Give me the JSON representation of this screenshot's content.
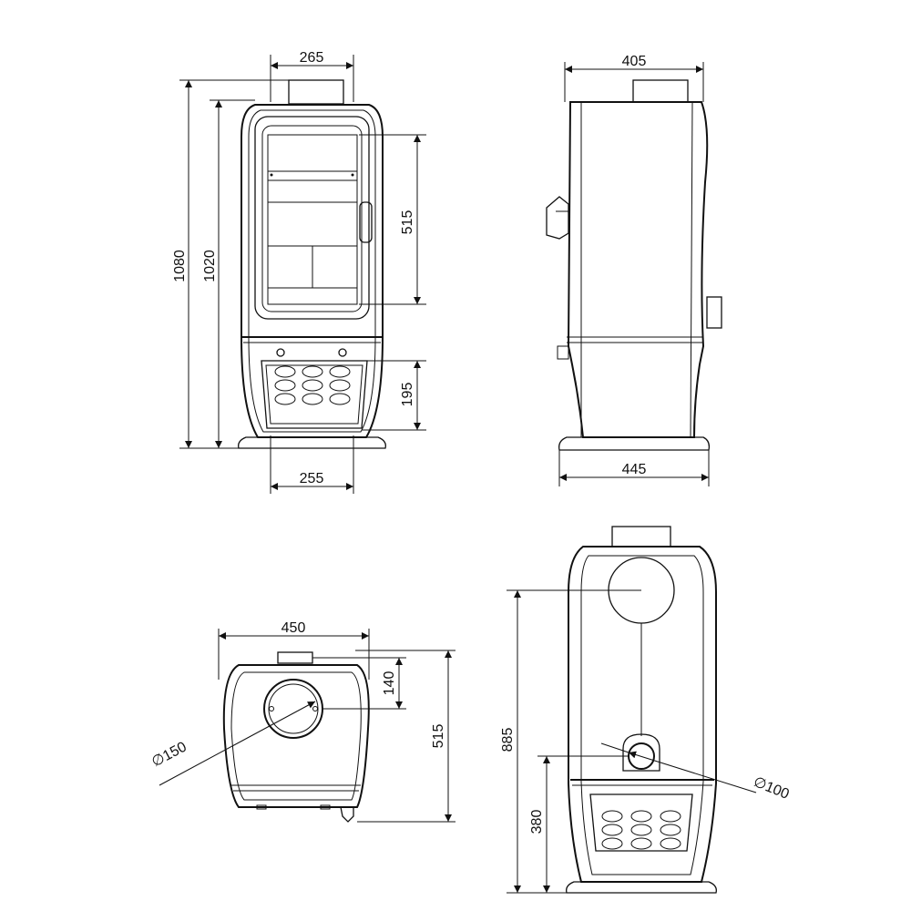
{
  "front_view": {
    "width_top": "265",
    "height_total": "1080",
    "height_body": "1020",
    "glass_height": "515",
    "ash_height": "195",
    "width_base": "255"
  },
  "side_view": {
    "depth_top": "405",
    "depth_base": "445"
  },
  "top_view": {
    "width": "450",
    "flue_diameter": "150",
    "flue_offset": "140",
    "depth": "515"
  },
  "rear_view": {
    "height_top_outlet": "885",
    "height_rear_outlet": "380",
    "rear_outlet_diameter": "100"
  }
}
